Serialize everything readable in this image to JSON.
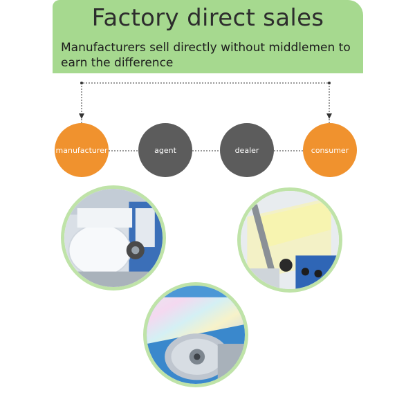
{
  "banner": {
    "title": "Factory direct sales",
    "subtitle": "Manufacturers sell directly without middlemen to earn the difference"
  },
  "flow": {
    "nodes": [
      {
        "label": "manufacturer",
        "color": "#f0922e"
      },
      {
        "label": "agent",
        "color": "#5c5c5c"
      },
      {
        "label": "dealer",
        "color": "#5c5c5c"
      },
      {
        "label": "consumer",
        "color": "#f0922e"
      }
    ]
  },
  "photos": [
    {
      "icon": "film-roll-machine-photo"
    },
    {
      "icon": "coating-line-photo"
    },
    {
      "icon": "holographic-film-roll-photo"
    }
  ],
  "colors": {
    "banner": "#a6d98f",
    "accent": "#f0922e",
    "neutral": "#5c5c5c",
    "ring": "#bfe3a8"
  }
}
